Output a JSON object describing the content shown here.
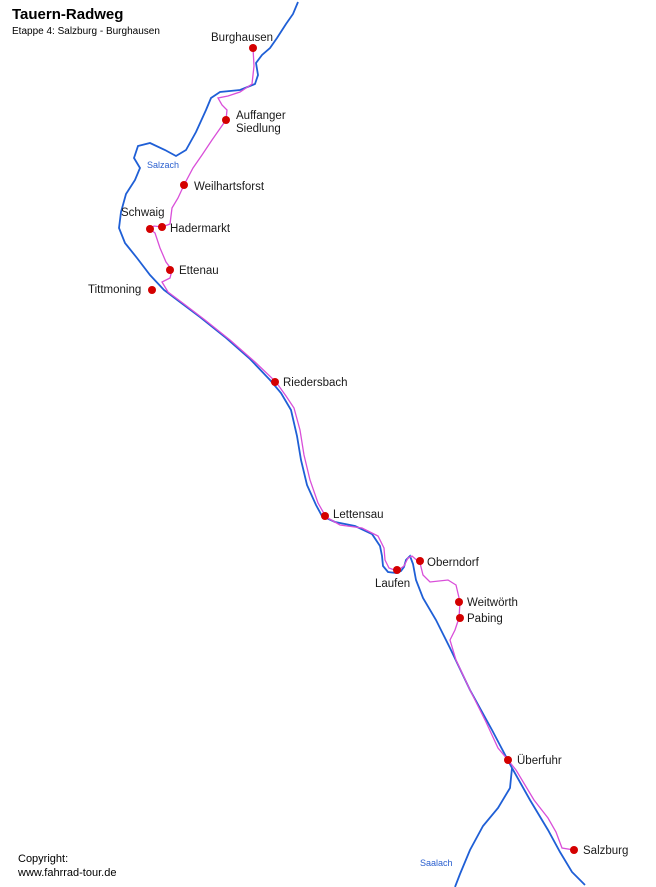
{
  "title": "Tauern-Radweg",
  "subtitle": "Etappe 4:  Salzburg - Burghausen",
  "copyright": {
    "line1": "Copyright:",
    "line2": "www.fahrrad-tour.de"
  },
  "colors": {
    "river": "#1f5fd6",
    "route": "#d94fd9",
    "town": "#d40000"
  },
  "rivers": [
    {
      "id": "salzach",
      "label": "Salzach"
    },
    {
      "id": "saalach",
      "label": "Saalach"
    }
  ],
  "towns": [
    {
      "id": "burghausen",
      "name": "Burghausen"
    },
    {
      "id": "auffanger-siedlung",
      "name": "Auffanger",
      "name2": "Siedlung"
    },
    {
      "id": "weilhartsforst",
      "name": "Weilhartsforst"
    },
    {
      "id": "schwaig",
      "name": "Schwaig"
    },
    {
      "id": "hadermarkt",
      "name": "Hadermarkt"
    },
    {
      "id": "ettenau",
      "name": "Ettenau"
    },
    {
      "id": "tittmoning",
      "name": "Tittmoning"
    },
    {
      "id": "riedersbach",
      "name": "Riedersbach"
    },
    {
      "id": "lettensau",
      "name": "Lettensau"
    },
    {
      "id": "oberndorf",
      "name": "Oberndorf"
    },
    {
      "id": "laufen",
      "name": "Laufen"
    },
    {
      "id": "weitwoerth",
      "name": "Weitwörth"
    },
    {
      "id": "pabing",
      "name": "Pabing"
    },
    {
      "id": "ueberfuhr",
      "name": "Überfuhr"
    },
    {
      "id": "salzburg",
      "name": "Salzburg"
    }
  ]
}
